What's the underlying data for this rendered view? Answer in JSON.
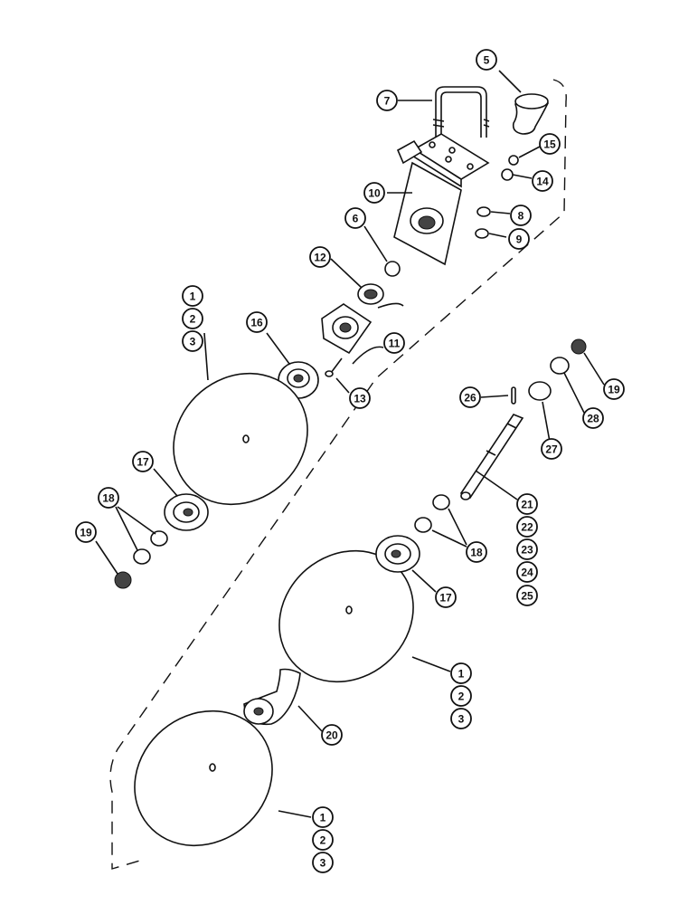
{
  "diagram": {
    "callouts": [
      {
        "id": "c5",
        "label": "5"
      },
      {
        "id": "c7",
        "label": "7"
      },
      {
        "id": "c15",
        "label": "15"
      },
      {
        "id": "c14",
        "label": "14"
      },
      {
        "id": "c10",
        "label": "10"
      },
      {
        "id": "c8",
        "label": "8"
      },
      {
        "id": "c9",
        "label": "9"
      },
      {
        "id": "c6",
        "label": "6"
      },
      {
        "id": "c12",
        "label": "12"
      },
      {
        "id": "c11",
        "label": "11"
      },
      {
        "id": "c16",
        "label": "16"
      },
      {
        "id": "c13",
        "label": "13"
      },
      {
        "id": "c1a",
        "label": "1"
      },
      {
        "id": "c2a",
        "label": "2"
      },
      {
        "id": "c3a",
        "label": "3"
      },
      {
        "id": "c17a",
        "label": "17"
      },
      {
        "id": "c18a",
        "label": "18"
      },
      {
        "id": "c19a",
        "label": "19"
      },
      {
        "id": "c19b",
        "label": "19"
      },
      {
        "id": "c26",
        "label": "26"
      },
      {
        "id": "c28",
        "label": "28"
      },
      {
        "id": "c27",
        "label": "27"
      },
      {
        "id": "c21",
        "label": "21"
      },
      {
        "id": "c22",
        "label": "22"
      },
      {
        "id": "c23",
        "label": "23"
      },
      {
        "id": "c24",
        "label": "24"
      },
      {
        "id": "c25",
        "label": "25"
      },
      {
        "id": "c18b",
        "label": "18"
      },
      {
        "id": "c17b",
        "label": "17"
      },
      {
        "id": "c1b",
        "label": "1"
      },
      {
        "id": "c2b",
        "label": "2"
      },
      {
        "id": "c3b",
        "label": "3"
      },
      {
        "id": "c20",
        "label": "20"
      },
      {
        "id": "c1c",
        "label": "1"
      },
      {
        "id": "c2c",
        "label": "2"
      },
      {
        "id": "c3c",
        "label": "3"
      }
    ]
  }
}
